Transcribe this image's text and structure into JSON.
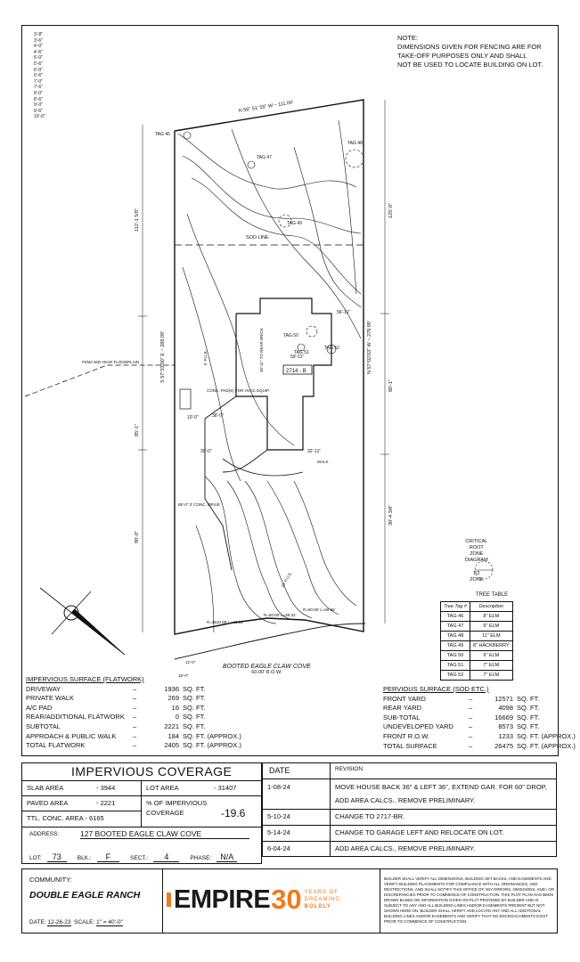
{
  "note": {
    "heading": "NOTE:",
    "line1": "DIMENSIONS GIVEN FOR FENCING ARE FOR",
    "line2": "TAKE-OFF PURPOSES ONLY AND SHALL",
    "line3": "NOT BE USED TO LOCATE BUILDING ON LOT."
  },
  "scale_bar": [
    "3'-8\"",
    "3'-6\"",
    "4'-0\"",
    "4'-6\"",
    "5'-0\"",
    "5'-6\"",
    "6'-0\"",
    "6'-6\"",
    "7'-0\"",
    "7'-6\"",
    "8'-0\"",
    "8'-6\"",
    "9'-0\"",
    "9'-6\"",
    "10'-0\""
  ],
  "plan": {
    "top_bearing": "N 56° 51' 55\" W ~ 111.00'",
    "left_bearing": "S 57°33'00\" E ~ 288.09'",
    "right_bearing": "N 57°02'03\" W ~ 278.99'",
    "dim_left_top": "112'-1 5/8\"",
    "dim_left_mid": "85'-1\"",
    "dim_left_bot": "90'-0\"",
    "dim_right_top": "125'-0\"",
    "dim_right_mid": "80'-1\"",
    "dim_right_bot": "30'-4 3/8\"",
    "sod_line": "SOD LINE",
    "floodplain": "FEMA 500 YEAR FLOODPLAIN",
    "plan_number": "2714 - B",
    "rear_brick": "40'-11\" TO REAR BRICK",
    "setback_side": "5' P.U.E.",
    "conc_pads": "CONC. PAD(S) FOR HVAC EQUIP.",
    "pad_dim": "10'-0\"",
    "dim_38": "38'-0\"",
    "dim_30": "30'-0\"",
    "dim_32": "32'-11\"",
    "dim_59": "59'-11\"",
    "dim_56": "56'-11\"",
    "drive_note": "85'-0\" 3' CONC. DRIVE",
    "curve1": "R=1510.00' L=43.81'",
    "curve2": "R=50.00' L=58.31'",
    "curve3": "R=60.00' L=69.55'",
    "dim_12": "12'-0\"",
    "dim_15": "15'-0\"",
    "pue_front": "10' P.U.E.",
    "walk": "WALK",
    "tags": [
      "TAG 46",
      "TAG 47",
      "TAG 48",
      "TAG 49",
      "TAG 50",
      "TAG 51",
      "TAG 52"
    ]
  },
  "critical_root": {
    "l1": "CRITICAL",
    "l2": "ROOT",
    "l3": "ZONE",
    "l4": "DIAGRAM",
    "l5": "1/2",
    "l6": "ZONE"
  },
  "tree_table": {
    "title": "TREE TABLE",
    "headers": [
      "Tree Tag #",
      "Description"
    ],
    "rows": [
      [
        "TAG 46",
        "8\" ELM"
      ],
      [
        "TAG 47",
        "9\" ELM"
      ],
      [
        "TAG 48",
        "11\" ELM"
      ],
      [
        "TAG 49",
        "8\" HACKBERRY"
      ],
      [
        "TAG 50",
        "9\" ELM"
      ],
      [
        "TAG 51",
        "7\" ELM"
      ],
      [
        "TAG 52",
        "7\" ELM"
      ]
    ]
  },
  "street": {
    "name": "BOOTED EAGLE CLAW COVE",
    "row": "60.00' R.O.W."
  },
  "impervious_surface": {
    "title": "IMPERVIOUS SURFACE (FLATWORK)",
    "rows": [
      {
        "label": "DRIVEWAY",
        "value": "1936",
        "unit": "SQ. FT."
      },
      {
        "label": "PRIVATE WALK",
        "value": "269",
        "unit": "SQ. FT."
      },
      {
        "label": "A/C PAD",
        "value": "16",
        "unit": "SQ. FT."
      },
      {
        "label": "REAR/ADDITIONAL FLATWORK",
        "value": "0",
        "unit": "SQ. FT."
      },
      {
        "label": "SUBTOTAL",
        "value": "2221",
        "unit": "SQ. FT."
      },
      {
        "label": "APPROACH & PUBLIC WALK",
        "value": "184",
        "unit": "SQ. FT. (APPROX.)"
      },
      {
        "label": "TOTAL FLATWORK",
        "value": "2405",
        "unit": "SQ. FT. (APPROX.)"
      }
    ]
  },
  "pervious_surface": {
    "title": "PERVIOUS SURFACE (SOD ETC.)",
    "rows": [
      {
        "label": "FRONT YARD",
        "value": "12571",
        "unit": "SQ. FT."
      },
      {
        "label": "REAR YARD",
        "value": "4098",
        "unit": "SQ. FT."
      },
      {
        "label": "SUB-TOTAL",
        "value": "16669",
        "unit": "SQ. FT."
      },
      {
        "label": "UNDEVELOPED YARD",
        "value": "8573",
        "unit": "SQ. FT."
      },
      {
        "label": "FRONT R.O.W.",
        "value": "1233",
        "unit": "SQ. FT. (APPROX.)"
      },
      {
        "label": "TOTAL SURFACE",
        "value": "26475",
        "unit": "SQ. FT. (APPROX.)"
      }
    ]
  },
  "coverage": {
    "title": "IMPERVIOUS COVERAGE",
    "slab_label": "SLAB AREA",
    "slab_value": "3944",
    "paved_label": "PAVED AREA",
    "paved_value": "2221",
    "ttl_label": "TTL. CONC. AREA",
    "ttl_value": "6165",
    "lot_label": "LOT AREA",
    "lot_value": "31407",
    "pct_label1": "% OF IMPERVIOUS",
    "pct_label2": "COVERAGE",
    "pct_value": "19.6"
  },
  "address": {
    "label": "ADDRESS:",
    "value": "127 BOOTED EAGLE CLAW COVE"
  },
  "lot_info": {
    "lot_label": "LOT:",
    "lot": "73",
    "blk_label": "BLK.:",
    "blk": "F",
    "sect_label": "SECT.:",
    "sect": "4",
    "phase_label": "PHASE:",
    "phase": "N/A"
  },
  "revisions": {
    "date_header": "DATE",
    "rev_header": "REVISION",
    "rows": [
      {
        "date": "1-08-24",
        "text": "MOVE HOUSE BACK 36\" & LEFT 36\", EXTEND GAR. FOR 60\" DROP,"
      },
      {
        "date": "",
        "text": "ADD AREA CALCS., REMOVE PRELIMINARY."
      },
      {
        "date": "5-10-24",
        "text": "CHANGE TO 2717-BR."
      },
      {
        "date": "5-14-24",
        "text": "CHANGE TO GARAGE LEFT AND RELOCATE ON LOT."
      },
      {
        "date": "6-04-24",
        "text": "ADD AREA CALCS., REMOVE PRELIMINARY."
      }
    ]
  },
  "community": {
    "label": "COMMUNITY:",
    "name": "DOUBLE EAGLE RANCH",
    "date_label": "DATE:",
    "date": "12-26-23",
    "scale_label": "SCALE:",
    "scale": "1\" = 40'-0\""
  },
  "brand": {
    "name": "EMPIRE",
    "number": "30",
    "tag1": "YEARS OF",
    "tag2": "DREAMING",
    "tag3": "BOLDLY",
    "accent_color": "#f07a1c"
  },
  "disclaimer": "BUILDER SHALL VERIFY ALL DIMENSIONS, BUILDING SET BACKS, AND EASEMENTS AND VERIFY BUILDING PLACEMENTS FOR COMPLIANCE WITH ALL ORDINANCES, AND RESTRICTIONS, AND SHALL NOTIFY THIS OFFICE OF ANY ERRORS, OMISSIONS, AND / OR DISCREPANCIES PRIOR TO COMMENCE OF CONSTRUCTION. THIS PLOT PLAN HAS BEEN DRAWN BASED ON INFORMATION GIVEN ON PLAT PROVIDED BY BUILDER AND IS SUBJECT TO ANY AND ALL BUILDING LINES AND/OR EASEMENTS PRESENT BUT NOT SHOWN HERE ON. BUILDER SHALL VERIFY AND LOCATE ANY AND ALL ADDITIONAL BUILDING LINES AND/OR EASEMENTS AND VERIFY THAT NO ENCROACHMENTS EXIST PRIOR TO COMMENCE OF CONSTRUCTION."
}
